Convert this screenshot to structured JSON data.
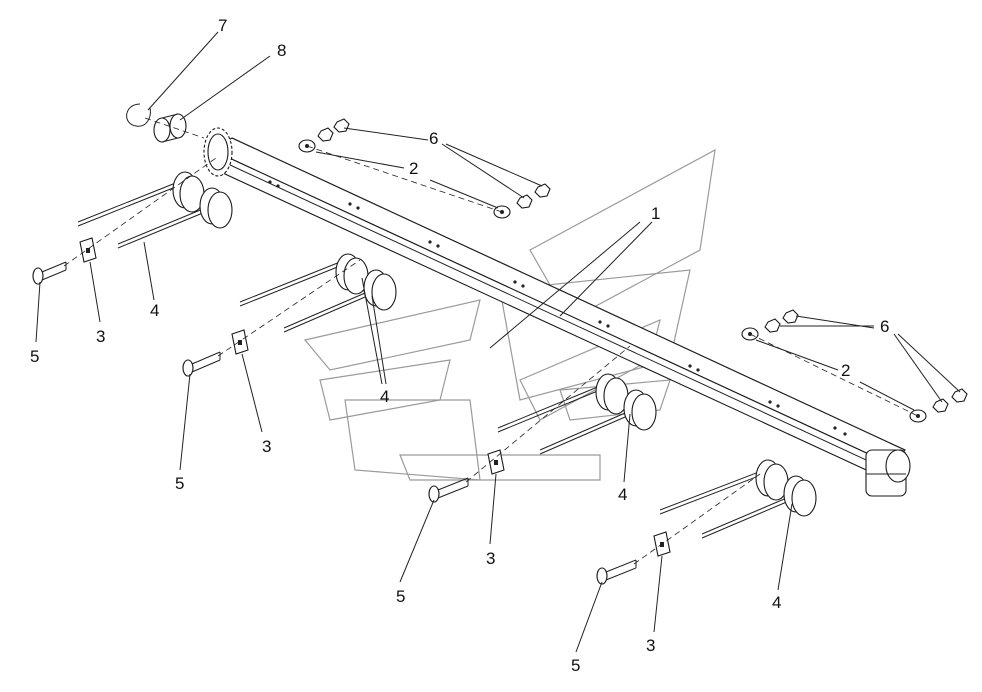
{
  "diagram": {
    "labels": {
      "l1": "1",
      "l2a": "2",
      "l2b": "2",
      "l3a": "3",
      "l3b": "3",
      "l3c": "3",
      "l3d": "3",
      "l4a": "4",
      "l4b": "4",
      "l4c": "4",
      "l4d": "4",
      "l5a": "5",
      "l5b": "5",
      "l5c": "5",
      "l5d": "5",
      "l6a": "6",
      "l6b": "6",
      "l7": "7",
      "l8": "8"
    }
  }
}
